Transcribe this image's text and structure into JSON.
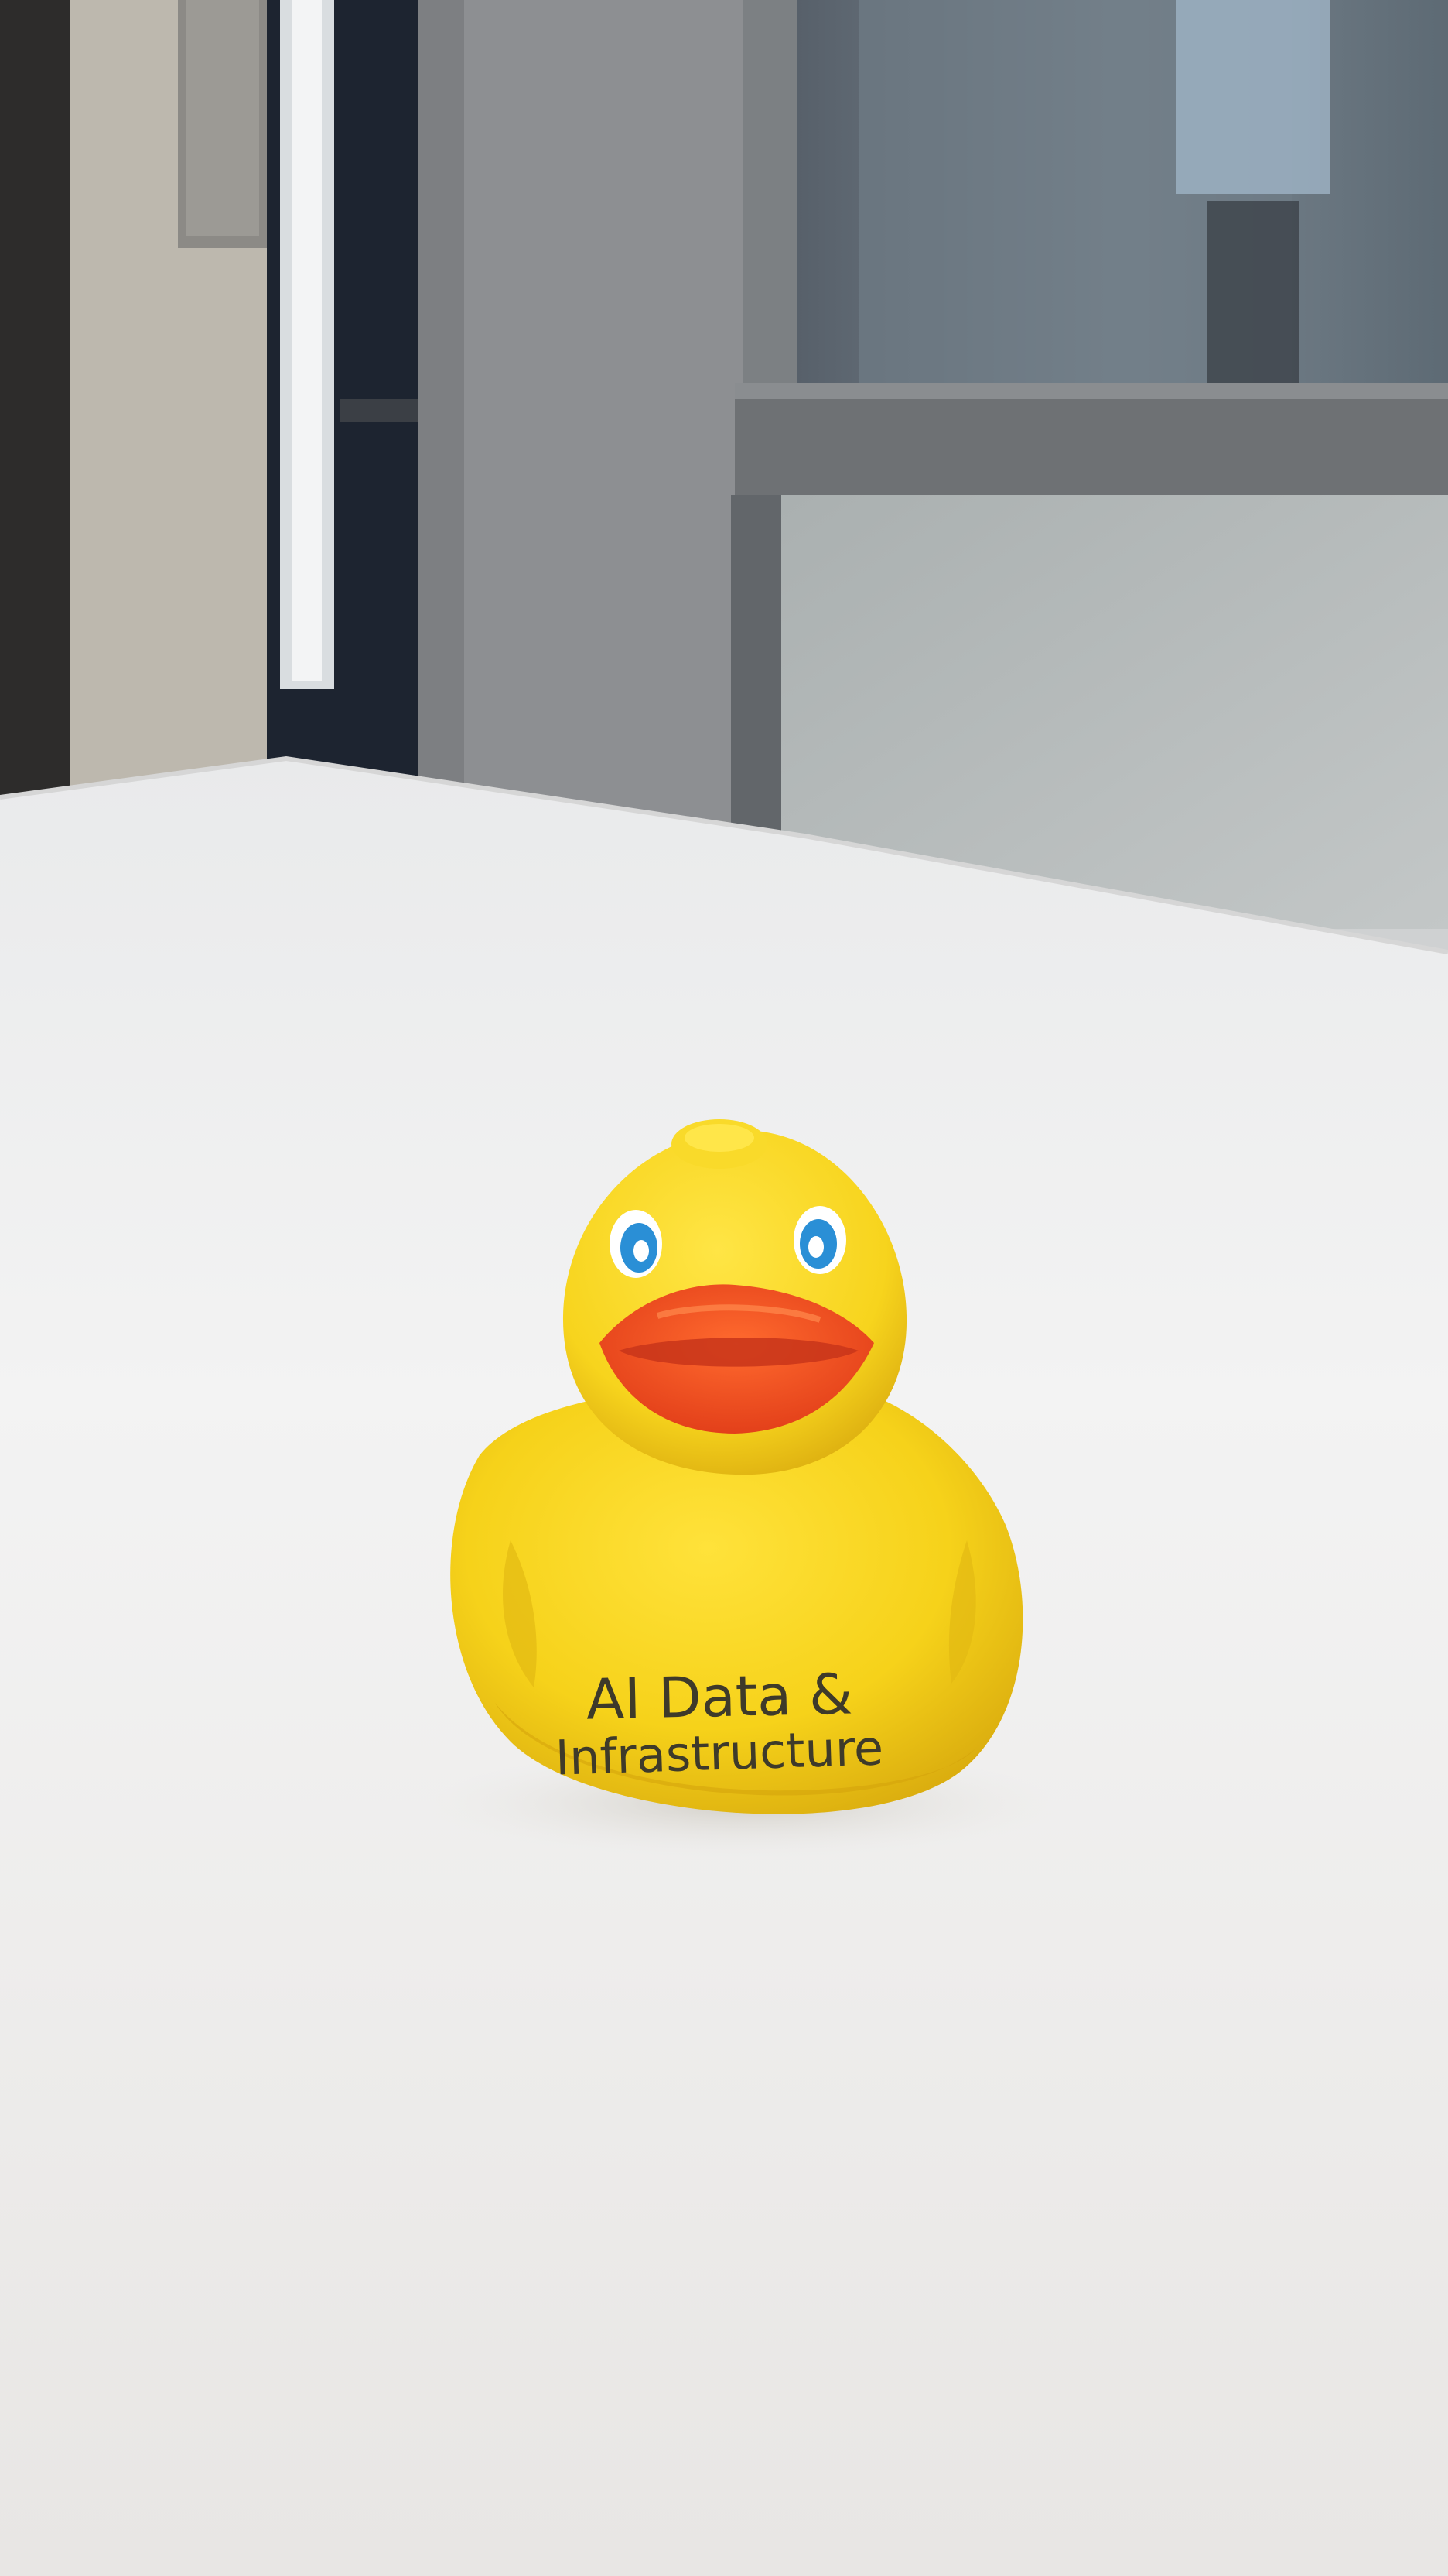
{
  "scene": {
    "subject": "rubber-duck",
    "colors": {
      "duck_yellow": "#f6d21a",
      "duck_shadow": "#d8a80c",
      "beak_orange": "#f2501e",
      "beak_dark": "#c8351a",
      "eye_blue": "#2a8fd6",
      "table_white": "#eeeeee",
      "wall_gray": "#8e9092",
      "door_dark": "#1d2430",
      "print_text": "#3e3a2a"
    }
  },
  "duck_print": {
    "line1": "AI Data &",
    "line2": "Infrastructure"
  }
}
